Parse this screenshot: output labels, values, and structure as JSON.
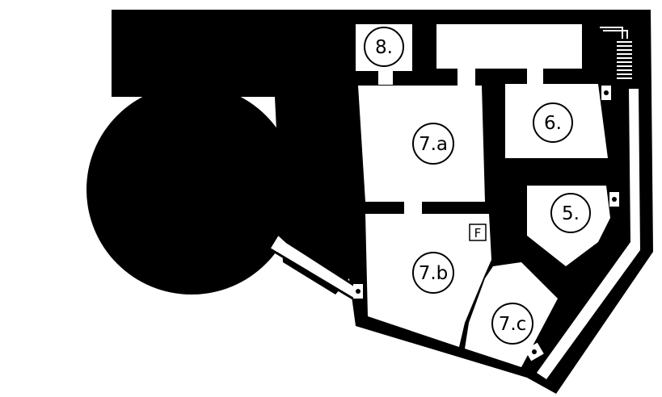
{
  "rooms": [
    {
      "id": "room-8",
      "label": "8."
    },
    {
      "id": "room-7a",
      "label": "7.a"
    },
    {
      "id": "room-6",
      "label": "6."
    },
    {
      "id": "room-5",
      "label": "5."
    },
    {
      "id": "room-7b",
      "label": "7.b"
    },
    {
      "id": "room-7c",
      "label": "7.c"
    }
  ],
  "fireplace": {
    "label": "F"
  },
  "colors": {
    "wall": "#000000",
    "floor": "#ffffff"
  }
}
